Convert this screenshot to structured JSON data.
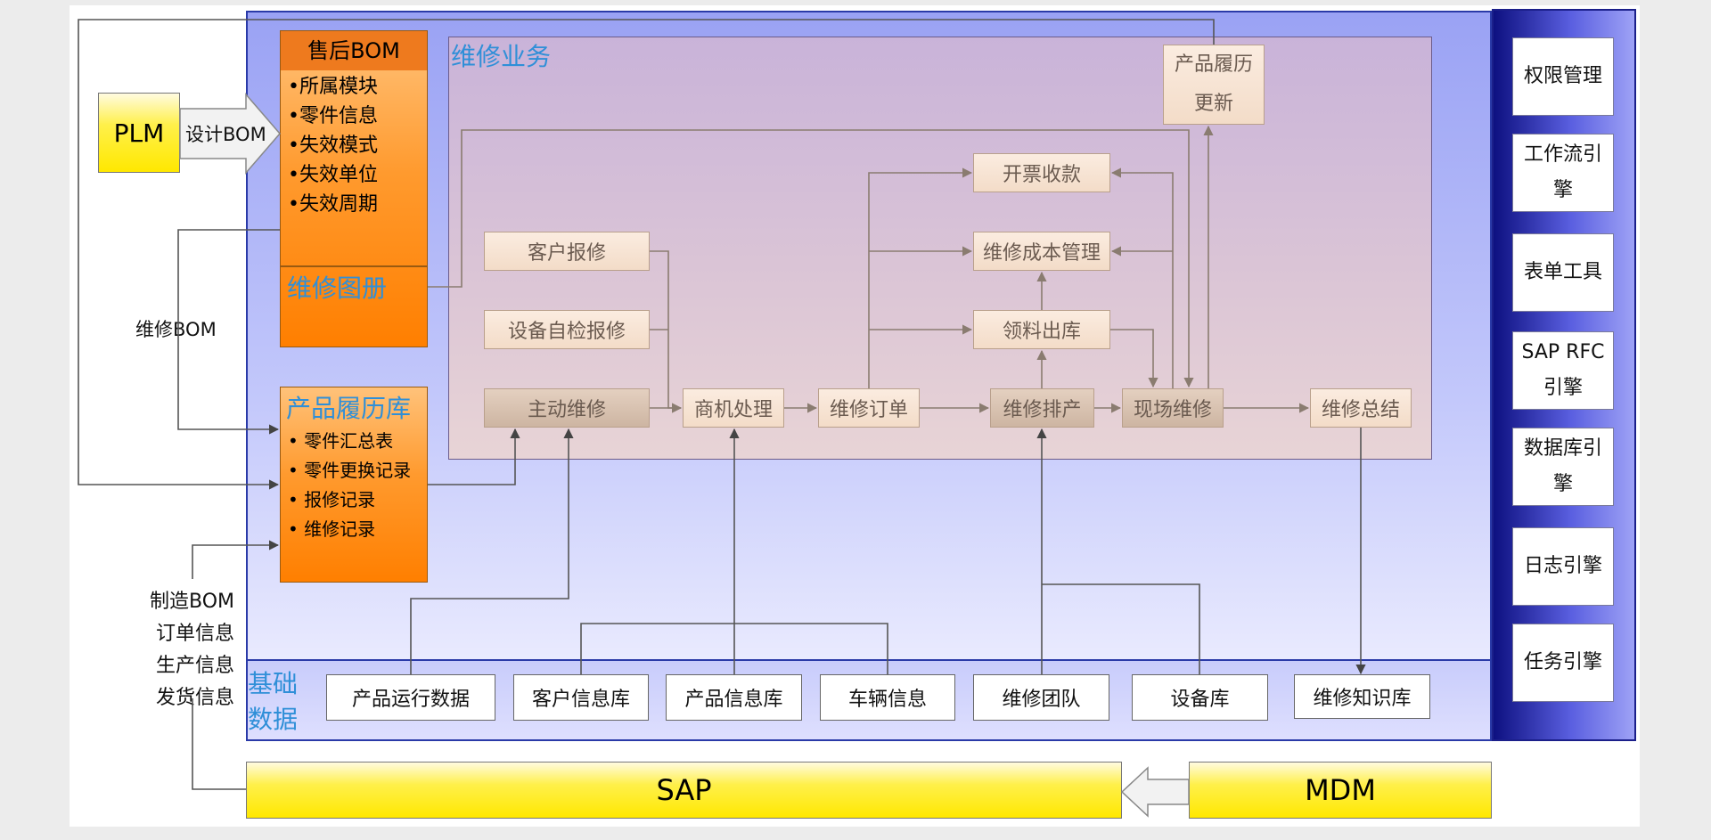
{
  "after_sales_bom": {
    "title": "售后BOM",
    "items": [
      "•所属模块",
      "•零件信息",
      "•失效模式",
      "•失效单位",
      "•失效周期"
    ],
    "repair_manual": "维修图册"
  },
  "plm": {
    "label": "PLM",
    "arrow_label": "设计BOM"
  },
  "product_history_db": {
    "title": "产品履历库",
    "items": [
      "• 零件汇总表",
      "• 零件更换记录",
      "• 报修记录",
      "• 维修记录"
    ]
  },
  "left_labels": {
    "repair_bom": "维修BOM",
    "mfg_info": [
      "制造BOM",
      "订单信息",
      "生产信息",
      "发货信息"
    ]
  },
  "repair_business": {
    "title": "维修业务",
    "nodes": {
      "customer_report": "客户报修",
      "device_selfcheck": "设备自检报修",
      "proactive_repair": "主动维修",
      "business_processing": "商机处理",
      "repair_order": "维修订单",
      "repair_scheduling": "维修排产",
      "onsite_repair": "现场维修",
      "repair_summary": "维修总结",
      "invoice_collection": "开票收款",
      "repair_cost_mgmt": "维修成本管理",
      "material_issue": "领料出库",
      "history_update": [
        "产品履历",
        "更新"
      ]
    }
  },
  "base_data": {
    "title": [
      "基础",
      "数据"
    ],
    "items": [
      "产品运行数据",
      "客户信息库",
      "产品信息库",
      "车辆信息",
      "维修团队",
      "设备库",
      "维修知识库"
    ]
  },
  "bottom": {
    "sap": "SAP",
    "mdm": "MDM"
  },
  "right_panel": {
    "items": [
      [
        "权限管理"
      ],
      [
        "工作流引",
        "擎"
      ],
      [
        "表单工具"
      ],
      [
        "SAP RFC",
        "引擎"
      ],
      [
        "数据库引",
        "擎"
      ],
      [
        "日志引擎"
      ],
      [
        "任务引擎"
      ]
    ]
  }
}
